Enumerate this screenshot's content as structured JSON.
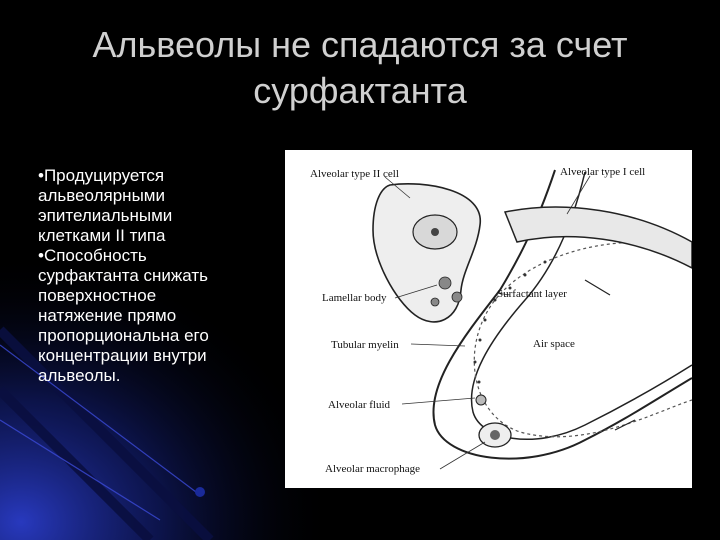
{
  "slide": {
    "title_line1": "Альвеолы не спадаются за счет",
    "title_line2": "сурфактанта",
    "bullets": [
      "•Продуцируется",
      "альвеолярными",
      "эпителиальными",
      "клетками II  типа",
      "•Способность",
      "сурфактанта снижать",
      "поверхностное",
      "натяжение прямо",
      "пропорциональна его",
      "концентрации внутри",
      "альвеолы."
    ]
  },
  "figure": {
    "labels": {
      "type2": "Alveolar type II cell",
      "type1": "Alveolar type I cell",
      "lamellar": "Lamellar body",
      "surfactant": "Surfactant layer",
      "tubular": "Tubular myelin",
      "airspace": "Air space",
      "fluid": "Alveolar fluid",
      "macrophage": "Alveolar macrophage"
    }
  },
  "colors": {
    "background": "#000000",
    "title": "#d0d0d0",
    "body_text": "#ffffff",
    "accent_blue": "#1a2a8a"
  }
}
